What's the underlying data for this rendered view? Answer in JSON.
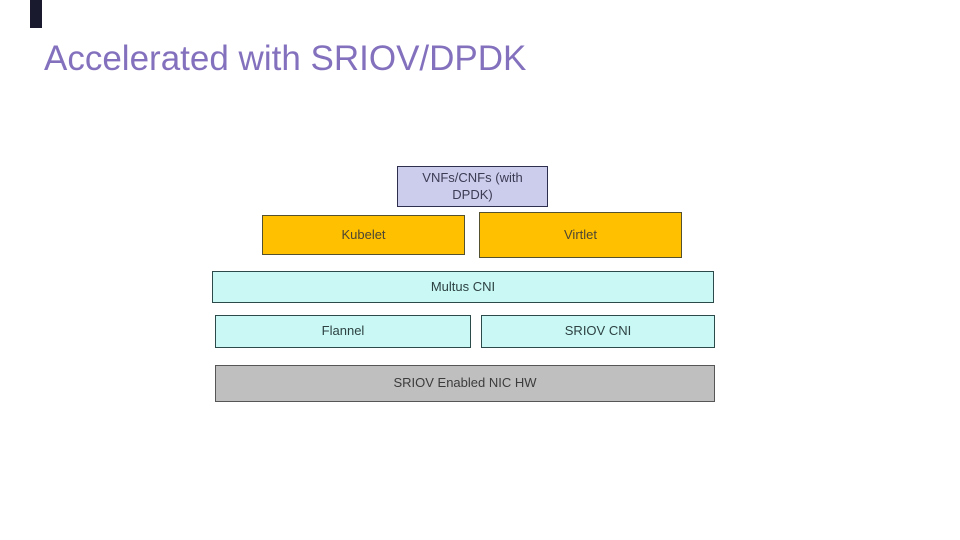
{
  "slide": {
    "title": "Accelerated with SRIOV/DPDK"
  },
  "colors": {
    "background": "#FFFFFF",
    "title_text": "#8471BE",
    "accent_bar": "#1A1A2E",
    "lavender_fill": "#CCCCEC",
    "orange_fill": "#FFC000",
    "cyan_fill": "#C9F8F5",
    "gray_fill": "#BFBFBF"
  },
  "diagram": {
    "boxes": [
      {
        "id": "vnfs-cnfs",
        "label": "VNFs/CNFs (with DPDK)"
      },
      {
        "id": "kubelet",
        "label": "Kubelet"
      },
      {
        "id": "virtlet",
        "label": "Virtlet"
      },
      {
        "id": "multus-cni",
        "label": "Multus CNI"
      },
      {
        "id": "flannel",
        "label": "Flannel"
      },
      {
        "id": "sriov-cni",
        "label": "SRIOV CNI"
      },
      {
        "id": "nic-hw",
        "label": "SRIOV Enabled NIC HW"
      }
    ]
  }
}
